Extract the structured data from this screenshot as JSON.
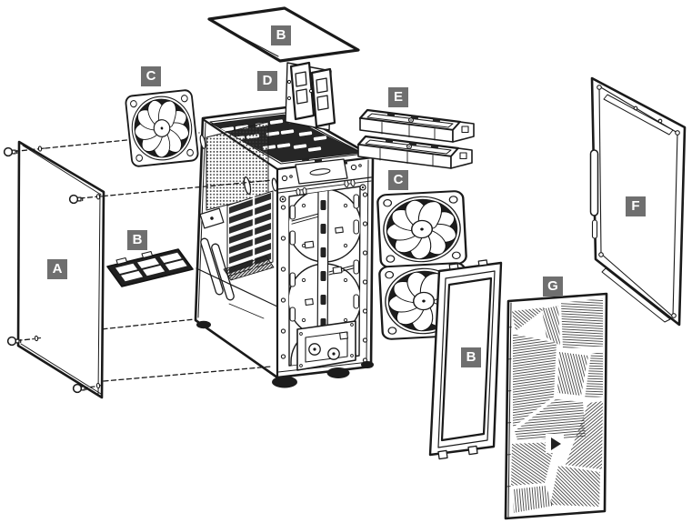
{
  "diagram": {
    "type": "exploded-parts-diagram",
    "subject": "pc-tower-case",
    "background_color": "#ffffff",
    "line_color": "#1a1a1a",
    "label_style": {
      "bg": "#6f6f6f",
      "fg": "#ffffff"
    },
    "labels": [
      {
        "letter": "B",
        "part": "top-dust-filter"
      },
      {
        "letter": "C",
        "part": "rear-exhaust-fan"
      },
      {
        "letter": "D",
        "part": "ssd-tray-bracket"
      },
      {
        "letter": "E",
        "part": "hdd-drive-trays"
      },
      {
        "letter": "C",
        "part": "front-intake-fans"
      },
      {
        "letter": "F",
        "part": "right-side-panel"
      },
      {
        "letter": "B",
        "part": "psu-dust-filter"
      },
      {
        "letter": "A",
        "part": "left-side-panel"
      },
      {
        "letter": "G",
        "part": "front-panel"
      },
      {
        "letter": "B",
        "part": "front-dust-filter"
      }
    ]
  }
}
